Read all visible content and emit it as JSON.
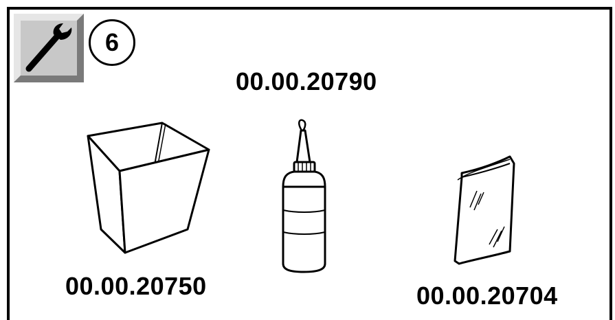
{
  "step_number": "6",
  "icons": {
    "tool": "wrench-icon",
    "box": "box-icon",
    "bottle": "oil-bottle-icon",
    "bag": "plastic-bag-icon"
  },
  "parts": {
    "center_label": "00.00.20790",
    "left_label": "00.00.20750",
    "right_label": "00.00.20704"
  },
  "colors": {
    "frame": "#000000",
    "tool_box_face": "#c8c8c8",
    "tool_box_bevel_light": "#e6e6e6",
    "tool_box_bevel_dark": "#8c8c8c"
  }
}
